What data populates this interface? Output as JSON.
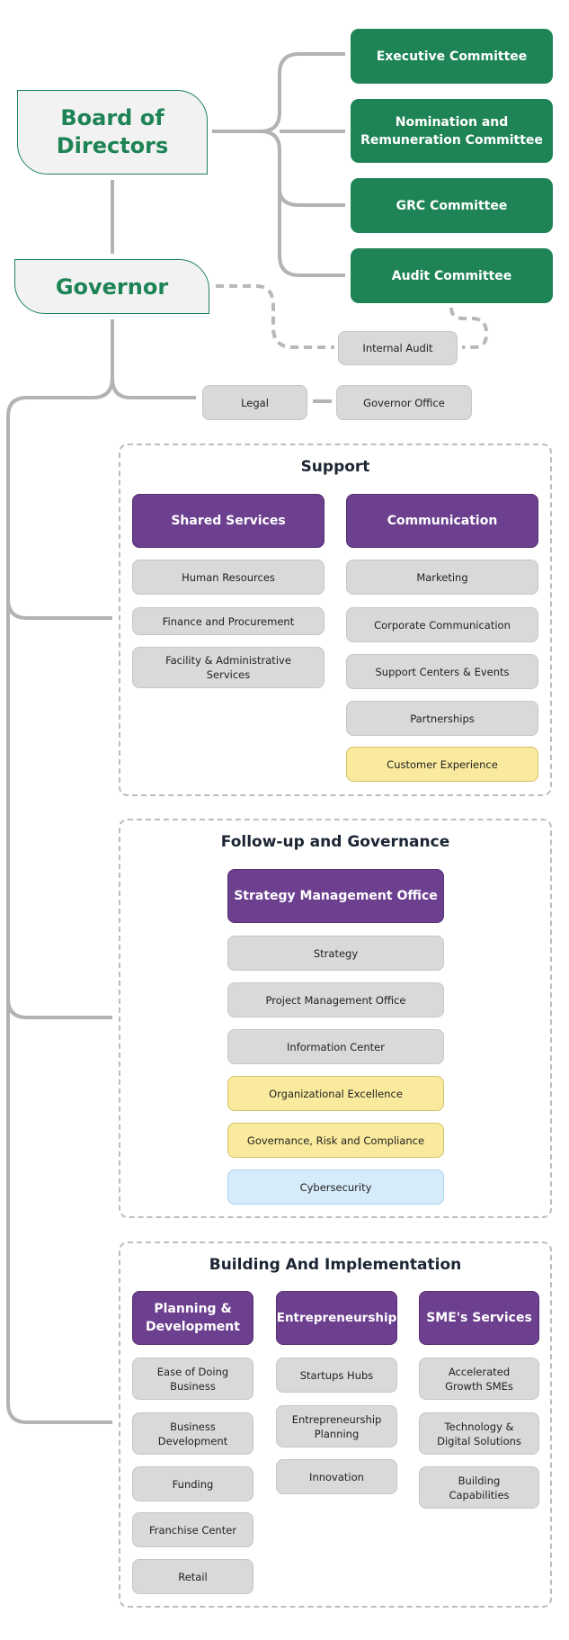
{
  "board": "Board of Directors",
  "governor": "Governor",
  "committees": [
    "Executive Committee",
    "Nomination and Remuneration Committee",
    "GRC Committee",
    "Audit Committee"
  ],
  "internal_audit": "Internal Audit",
  "legal": "Legal",
  "governor_office": "Governor Office",
  "support": {
    "title": "Support",
    "shared_services": {
      "title": "Shared Services",
      "items": [
        "Human Resources",
        "Finance and Procurement",
        "Facility & Administrative Services"
      ]
    },
    "communication": {
      "title": "Communication",
      "items": [
        "Marketing",
        "Corporate Communication",
        "Support Centers & Events",
        "Partnerships",
        "Customer Experience"
      ]
    }
  },
  "followup": {
    "title": "Follow-up and Governance",
    "smo": "Strategy Management Office",
    "items": [
      "Strategy",
      "Project Management Office",
      "Information Center",
      "Organizational Excellence",
      "Governance, Risk and Compliance",
      "Cybersecurity"
    ]
  },
  "building": {
    "title": "Building And Implementation",
    "planning": {
      "title": "Planning & Development",
      "items": [
        "Ease of Doing Business",
        "Business Development",
        "Funding",
        "Franchise Center",
        "Retail"
      ]
    },
    "entrepreneurship": {
      "title": "Entrepreneurship",
      "items": [
        "Startups Hubs",
        "Entrepreneurship Planning",
        "Innovation"
      ]
    },
    "sme": {
      "title": "SME's Services",
      "items": [
        "Accelerated Growth SMEs",
        "Technology & Digital Solutions",
        "Building Capabilities"
      ]
    }
  },
  "colors": {
    "green": "#1e8456",
    "purple": "#6c3f8f",
    "gray": "#d9d9d9",
    "yellow": "#faea9d",
    "blue": "#d6ecfb",
    "line": "#b3b3b3"
  }
}
